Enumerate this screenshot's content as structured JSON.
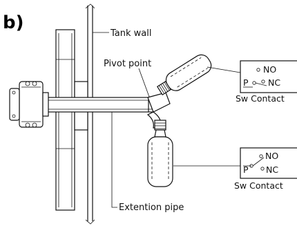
{
  "panel_label": "b)",
  "labels": {
    "tank_wall": "Tank wall",
    "pivot_point": "Pivot point",
    "extension_pipe": "Extention pipe"
  },
  "switches": [
    {
      "title": "Sw Contact",
      "no": "NO",
      "nc": "NC",
      "p": "P"
    },
    {
      "title": "Sw Contact",
      "no": "NO",
      "nc": "NC",
      "p": "P"
    }
  ]
}
